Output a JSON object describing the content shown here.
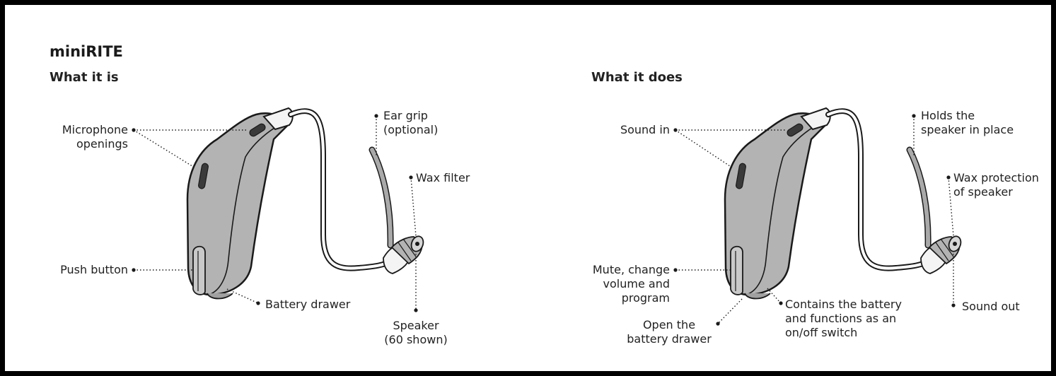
{
  "title": "miniRITE",
  "left": {
    "heading": "What it is",
    "labels": {
      "microphone": "Microphone\nopenings",
      "ear_grip": "Ear grip\n(optional)",
      "wax_filter": "Wax filter",
      "push_button": "Push button",
      "battery_drawer": "Battery drawer",
      "speaker": "Speaker\n(60 shown)"
    }
  },
  "right": {
    "heading": "What it does",
    "labels": {
      "sound_in": "Sound in",
      "holds_speaker": "Holds the\nspeaker in place",
      "wax_protection": "Wax protection\nof speaker",
      "mute": "Mute, change\nvolume and\nprogram",
      "open_drawer": "Open the\nbattery drawer",
      "contains_battery": "Contains the battery\nand functions as an\non/off switch",
      "sound_out": "Sound out"
    }
  },
  "colors": {
    "body_fill": "#b3b3b3",
    "outline": "#1a1a1a",
    "grip": "#a9a9a9",
    "frame": "#000000"
  }
}
